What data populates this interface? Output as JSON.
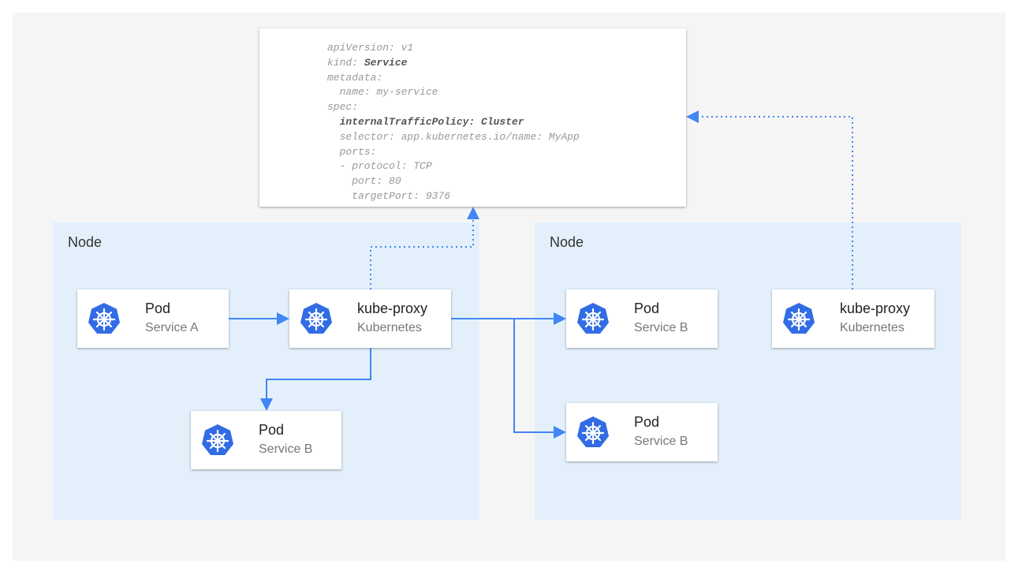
{
  "yaml": {
    "lines": [
      "apiVersion: v1",
      "kind: ",
      "metadata:",
      "  name: my-service",
      "spec:",
      "  internalTrafficPolicy: Cluster",
      "  selector: app.kubernetes.io/name: MyApp",
      "  ports:",
      "  - protocol: TCP",
      "    port: 80",
      "    targetPort: 9376"
    ],
    "kind_value": "Service"
  },
  "nodes": [
    {
      "label": "Node"
    },
    {
      "label": "Node"
    }
  ],
  "cards": [
    {
      "title": "Pod",
      "subtitle": "Service A"
    },
    {
      "title": "kube-proxy",
      "subtitle": "Kubernetes"
    },
    {
      "title": "Pod",
      "subtitle": "Service B"
    },
    {
      "title": "Pod",
      "subtitle": "Service B"
    },
    {
      "title": "Pod",
      "subtitle": "Service B"
    },
    {
      "title": "kube-proxy",
      "subtitle": "Kubernetes"
    }
  ],
  "colors": {
    "accent": "#4285f4",
    "k8s": "#326ce5",
    "node_bg": "#e3f0fc"
  },
  "icon": "kubernetes-helm-icon"
}
